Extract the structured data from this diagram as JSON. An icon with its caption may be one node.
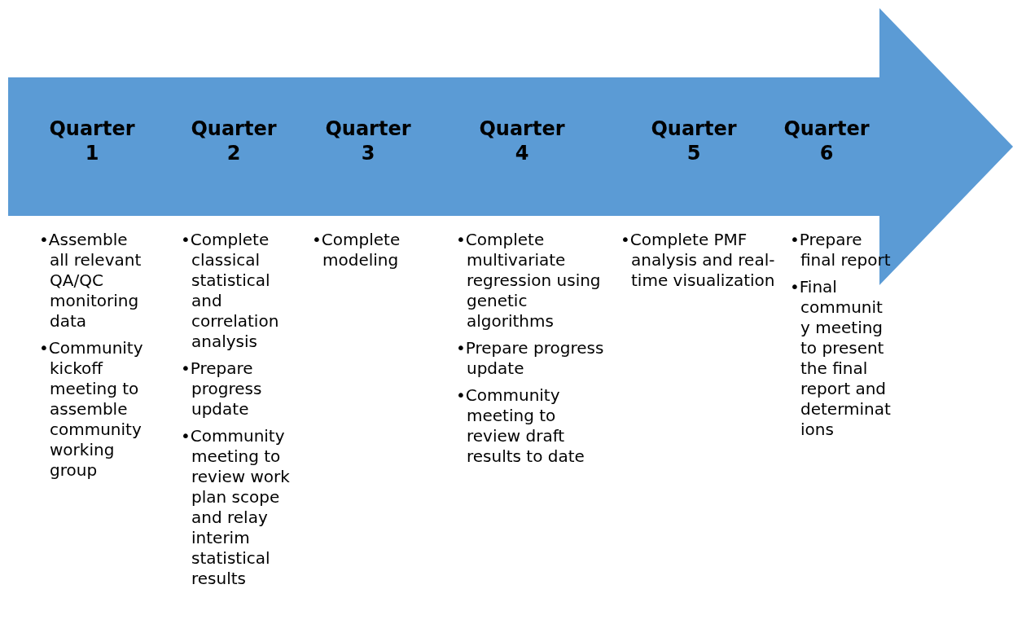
{
  "diagram": {
    "nodes": [
      {
        "text": [
          "Quarter 1",
          "Quarter 2",
          "Quarter 3",
          "Quarter 4",
          "Quarter 5",
          "Quarter 6"
        ]
      }
    ],
    "labels": [
      "•Assemble all relevant QA/QC monitoring data",
      "•Community kickoff meeting to assemble community working group",
      "•Complete classical statistical and correlation analysis",
      "•Prepare progress update",
      "•Community meeting to review work plan scope and relay interim statistical results",
      "•Complete modeling",
      "•Complete multivariate regression using genetic algorithms",
      "•Prepare progress update",
      "•Community meeting to review draft results to date",
      "•Complete PMF analysis and real-time visualization",
      "•Prepare final report",
      "•Final community meeting to present the final report and determinations"
    ]
  }
}
